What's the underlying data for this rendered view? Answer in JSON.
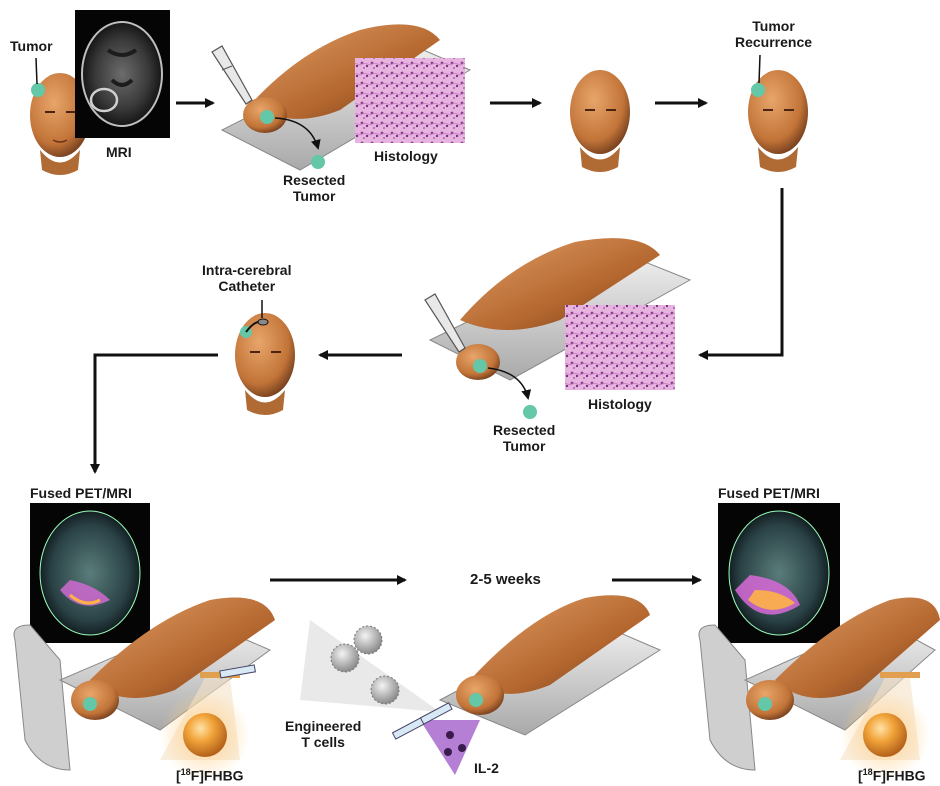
{
  "colors": {
    "tumor": "#63c7a8",
    "skin": "#d1894f",
    "skin_dark": "#7a4122",
    "histology_purple": "#b24fa8",
    "histology_pink": "#e3a6db",
    "arrow": "#111111",
    "il2_purple": "#9b54c5",
    "fhbg_orange": "#f1a53a"
  },
  "labels": {
    "tumor": "Tumor",
    "mri": "MRI",
    "histology_1": "Histology",
    "resected_1_line1": "Resected",
    "resected_1_line2": "Tumor",
    "recurrence_line1": "Tumor",
    "recurrence_line2": "Recurrence",
    "catheter_line1": "Intra-cerebral",
    "catheter_line2": "Catheter",
    "histology_2": "Histology",
    "resected_2_line1": "Resected",
    "resected_2_line2": "Tumor",
    "fused_left": "Fused PET/MRI",
    "fused_right": "Fused PET/MRI",
    "weeks": "2-5 weeks",
    "engineered_line1": "Engineered",
    "engineered_line2": "T cells",
    "il2": "IL-2",
    "fhbg_left_sup": "18",
    "fhbg_left_a": "[",
    "fhbg_left_b": "F]FHBG",
    "fhbg_right_sup": "18",
    "fhbg_right_a": "[",
    "fhbg_right_b": "F]FHBG"
  },
  "icons": [
    "head-icon",
    "mri-scan-icon",
    "scalpel-icon",
    "patient-on-table-icon",
    "histology-image-icon",
    "pet-mri-scan-icon",
    "syringe-icon",
    "t-cell-icon",
    "tracer-sphere-icon"
  ]
}
